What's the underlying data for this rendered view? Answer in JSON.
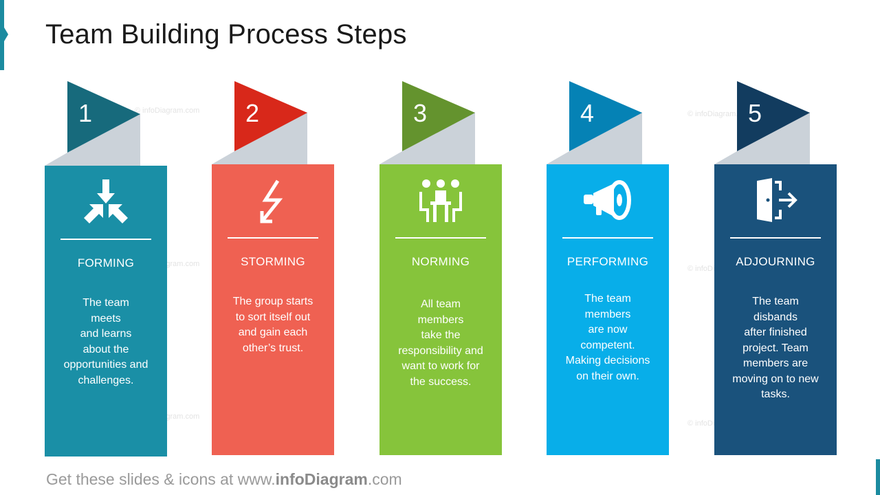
{
  "title": "Team Building Process Steps",
  "footer": {
    "prefix": "Get these slides & icons at www.",
    "brand": "infoDiagram",
    "suffix": ".com"
  },
  "watermark": "© infoDiagram.com",
  "colors": {
    "accent": "#1b8ba0",
    "fold": "#cbd2d9",
    "forming_card": "#1a8fa6",
    "forming_flag": "#176a7c",
    "storming_card": "#ef6152",
    "storming_flag": "#d8281a",
    "norming_card": "#86c43b",
    "norming_flag": "#64932e",
    "performing_card": "#08aee9",
    "performing_flag": "#0582b5",
    "adjourning_card": "#1a527c",
    "adjourning_flag": "#123c5f"
  },
  "steps": [
    {
      "number": "1",
      "label": "FORMING",
      "icon": "merge-arrows-icon",
      "description": "The team\nmeets\nand learns\nabout the\nopportunities and\nchallenges."
    },
    {
      "number": "2",
      "label": "STORMING",
      "icon": "lightning-icon",
      "description": "The group starts\nto sort itself out\nand gain each\nother’s trust."
    },
    {
      "number": "3",
      "label": "NORMING",
      "icon": "team-meeting-icon",
      "description": "All team\nmembers\ntake the\nresponsibility and\nwant to work for\nthe success."
    },
    {
      "number": "4",
      "label": "PERFORMING",
      "icon": "megaphone-icon",
      "description": "The team\nmembers\nare now\ncompetent.\nMaking decisions\non their own."
    },
    {
      "number": "5",
      "label": "ADJOURNING",
      "icon": "exit-door-icon",
      "description": "The team\ndisbands\nafter finished\nproject. Team\nmembers are\nmoving on to new\ntasks."
    }
  ]
}
